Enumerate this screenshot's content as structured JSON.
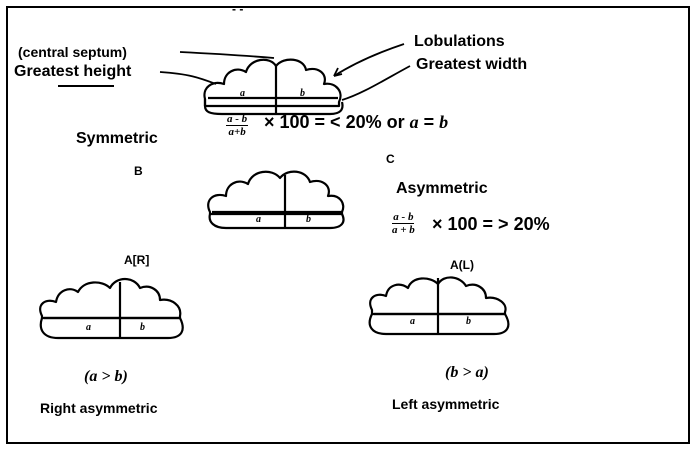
{
  "header_marks": "- -",
  "top": {
    "septum_label": "(central septum)",
    "height_label": "Greatest height",
    "lobulations_label": "Lobulations",
    "width_label": "Greatest width",
    "a": "a",
    "b": "b"
  },
  "symmetric": {
    "label": "Symmetric",
    "frac_num": "a - b",
    "frac_den": "a+b",
    "formula": "× 100 = < 20% or",
    "eq_a": "a",
    "eq_sign": "=",
    "eq_b": "b"
  },
  "middle": {
    "b_letter": "B",
    "c_letter": "C",
    "a": "a",
    "b": "b"
  },
  "asymmetric": {
    "label": "Asymmetric",
    "frac_num": "a - b",
    "frac_den": "a + b",
    "formula": "× 100 = > 20%"
  },
  "left_case": {
    "tag": "A[R]",
    "a": "a",
    "b": "b",
    "relation": "(a > b)",
    "label": "Right asymmetric"
  },
  "right_case": {
    "tag": "A(L)",
    "a": "a",
    "b": "b",
    "relation": "(b > a)",
    "label": "Left asymmetric"
  }
}
